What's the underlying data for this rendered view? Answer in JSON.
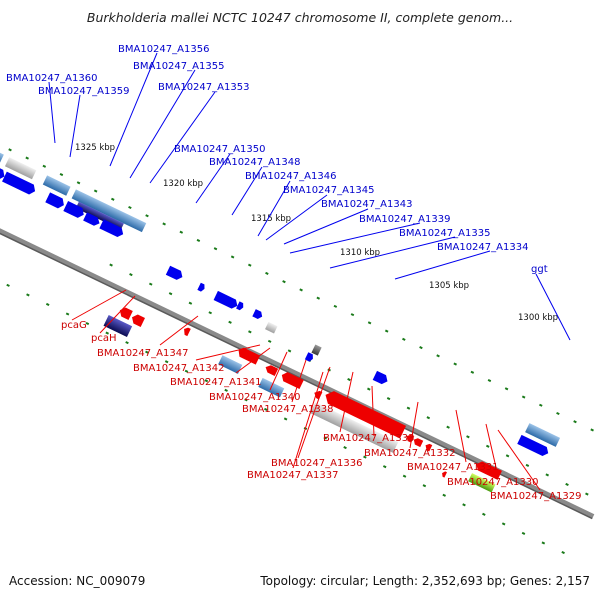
{
  "title": "Burkholderia mallei NCTC 10247 chromosome II, complete genom...",
  "footer": {
    "accession_label": "Accession:",
    "accession": "NC_009079",
    "topology_label": "Topology:",
    "topology": "circular",
    "length_label": "Length:",
    "length": "2,352,693 bp",
    "genes_label": "Genes:",
    "genes": "2,157"
  },
  "colors": {
    "forward_gene": "#0000ee",
    "reverse_gene": "#ee0000",
    "forward_label": "#0000cc",
    "reverse_label": "#cc0000",
    "backbone": "#808080",
    "tick": "#1a7a1a"
  },
  "ticks": [
    "1325 kbp",
    "1320 kbp",
    "1315 kbp",
    "1310 kbp",
    "1305 kbp",
    "1300 kbp"
  ],
  "forward_labels": [
    "BMA10247_A1356",
    "BMA10247_A1355",
    "BMA10247_A1360",
    "BMA10247_A1359",
    "BMA10247_A1353",
    "BMA10247_A1350",
    "BMA10247_A1348",
    "BMA10247_A1346",
    "BMA10247_A1345",
    "BMA10247_A1343",
    "BMA10247_A1339",
    "BMA10247_A1335",
    "BMA10247_A1334",
    "ggt"
  ],
  "reverse_labels": [
    "pcaG",
    "pcaH",
    "BMA10247_A1347",
    "BMA10247_A1342",
    "BMA10247_A1341",
    "BMA10247_A1340",
    "BMA10247_A1338",
    "BMA10247_A1333",
    "BMA10247_A1332",
    "BMA10247_A1336",
    "BMA10247_A1331",
    "BMA10247_A1337",
    "BMA10247_A1330",
    "BMA10247_A1329"
  ]
}
